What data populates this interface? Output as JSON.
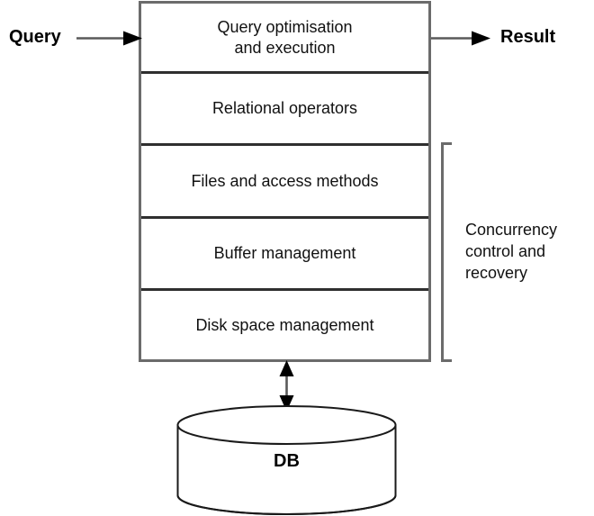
{
  "diagram": {
    "title_text_absent": true,
    "colors": {
      "stroke": "#4a4a4a",
      "stroke_dark": "#2b2b2b",
      "text": "#111111",
      "bold_text": "#000000",
      "background": "#ffffff"
    },
    "external_labels": {
      "input": "Query",
      "output": "Result"
    },
    "architecture_layers": [
      {
        "id": "query-optimisation-and-execution",
        "label": "Query optimisation\nand execution"
      },
      {
        "id": "relational-operators",
        "label": "Relational operators"
      },
      {
        "id": "files-and-access-methods",
        "label": "Files and access methods"
      },
      {
        "id": "buffer-management",
        "label": "Buffer management"
      },
      {
        "id": "disk-space-management",
        "label": "Disk space management"
      }
    ],
    "bracket_annotation": {
      "label": "Concurrency\ncontrol and\nrecovery",
      "spans_layers": [
        "files-and-access-methods",
        "buffer-management",
        "disk-space-management"
      ]
    },
    "storage": {
      "label": "DB",
      "shape": "cylinder"
    },
    "connectors": [
      {
        "id": "query-in-arrow",
        "from": "Query",
        "to": "query-optimisation-and-execution",
        "direction": "right"
      },
      {
        "id": "result-out-arrow",
        "from": "query-optimisation-and-execution",
        "to": "Result",
        "direction": "right"
      },
      {
        "id": "db-io-arrow",
        "from": "disk-space-management",
        "to": "DB",
        "direction": "bidirectional-vertical"
      }
    ]
  }
}
